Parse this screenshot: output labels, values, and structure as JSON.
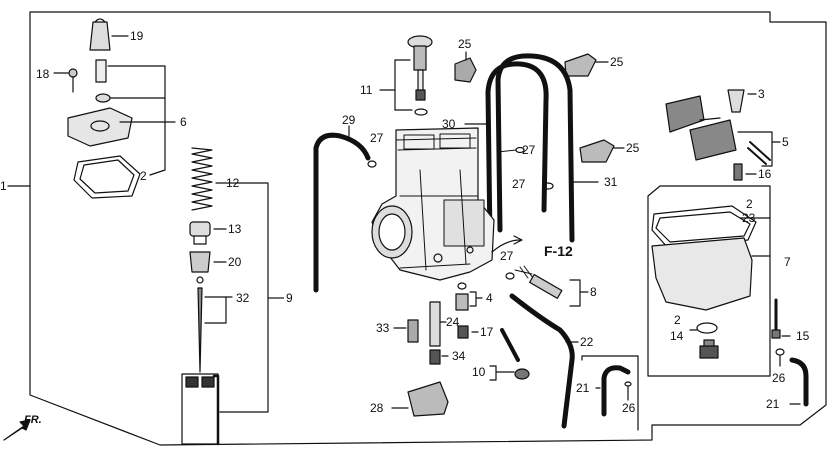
{
  "diagram": {
    "reference": "F-12",
    "front_marker": "FR.",
    "callouts": [
      "1",
      "2",
      "3",
      "4",
      "5",
      "6",
      "7",
      "8",
      "9",
      "10",
      "11",
      "12",
      "13",
      "14",
      "15",
      "16",
      "17",
      "18",
      "19",
      "20",
      "21",
      "22",
      "23",
      "24",
      "25",
      "26",
      "27",
      "28",
      "29",
      "30",
      "31",
      "32",
      "33",
      "34"
    ]
  },
  "labels": {
    "l1": "1",
    "l19": "19",
    "l18": "18",
    "l6": "6",
    "l2a": "2",
    "l12": "12",
    "l13": "13",
    "l20": "20",
    "l32": "32",
    "l9": "9",
    "l11": "11",
    "l25a": "25",
    "l25b": "25",
    "l25c": "25",
    "l29": "29",
    "l27a": "27",
    "l30": "30",
    "l27b": "27",
    "l27c": "27",
    "l31": "31",
    "l27d": "27",
    "l4": "4",
    "l8": "8",
    "l33": "33",
    "l24": "24",
    "l17": "17",
    "l34": "34",
    "l10": "10",
    "l22": "22",
    "l21a": "21",
    "l26a": "26",
    "l28": "28",
    "l3": "3",
    "l5": "5",
    "l16": "16",
    "l2b": "2",
    "l23": "23",
    "l7": "7",
    "l2c": "2",
    "l14": "14",
    "l15": "15",
    "l26b": "26",
    "l21b": "21"
  }
}
